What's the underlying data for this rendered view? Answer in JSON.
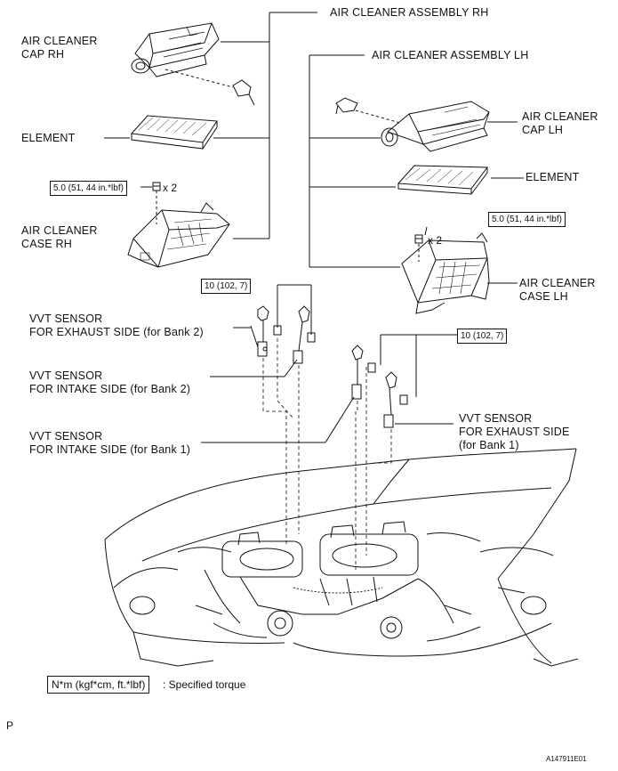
{
  "labels": {
    "air_cleaner_assembly_rh": "AIR CLEANER ASSEMBLY RH",
    "air_cleaner_assembly_lh": "AIR CLEANER ASSEMBLY LH",
    "air_cleaner_cap_rh": [
      "AIR CLEANER",
      "CAP RH"
    ],
    "air_cleaner_cap_lh": [
      "AIR CLEANER",
      "CAP LH"
    ],
    "element_rh": "ELEMENT",
    "element_lh": "ELEMENT",
    "air_cleaner_case_rh": [
      "AIR CLEANER",
      "CASE RH"
    ],
    "air_cleaner_case_lh": [
      "AIR CLEANER",
      "CASE LH"
    ],
    "vvt_exhaust_bank2": [
      "VVT SENSOR",
      "FOR EXHAUST SIDE (for Bank 2)"
    ],
    "vvt_intake_bank2": [
      "VVT SENSOR",
      "FOR INTAKE SIDE (for Bank 2)"
    ],
    "vvt_intake_bank1": [
      "VVT SENSOR",
      "FOR INTAKE SIDE (for Bank 1)"
    ],
    "vvt_exhaust_bank1": [
      "VVT SENSOR",
      "FOR EXHAUST SIDE",
      "(for Bank 1)"
    ]
  },
  "torques": {
    "case_rh": "5.0 (51, 44 in.*lbf)",
    "case_lh": "5.0 (51, 44 in.*lbf)",
    "bank2": "10 (102, 7)",
    "bank1": "10 (102, 7)"
  },
  "quantities": {
    "case_rh": "x 2",
    "case_lh": "x 2"
  },
  "legend": {
    "unit": "N*m (kgf*cm, ft.*lbf)",
    "text": ": Specified torque"
  },
  "footer": {
    "page_mark": "P",
    "figure_code": "A147911E01"
  },
  "colors": {
    "line": "#111111",
    "background": "#ffffff"
  }
}
